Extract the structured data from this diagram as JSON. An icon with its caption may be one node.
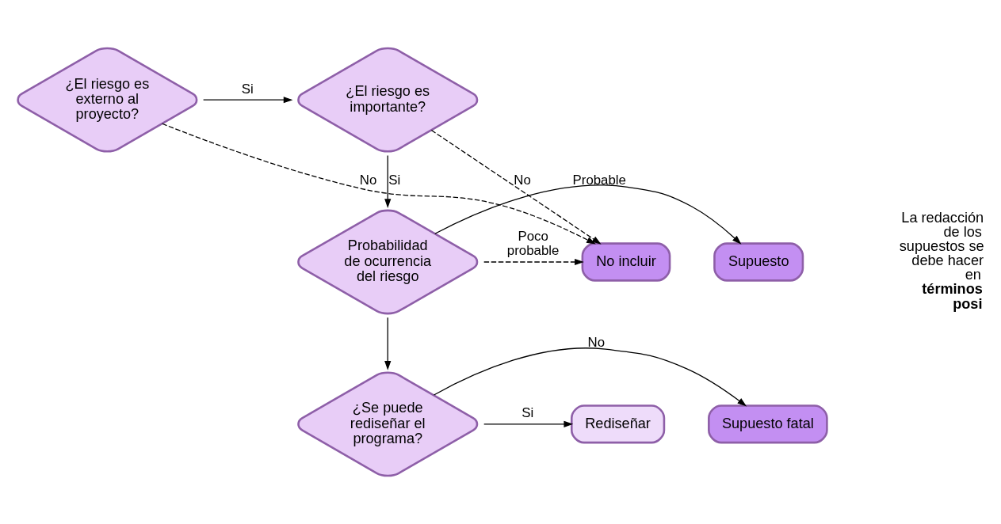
{
  "diagram": {
    "nodes": [
      {
        "text": [
          "¿El riesgo es externo al proyecto?"
        ]
      },
      {
        "text": [
          "¿El riesgo es importante?"
        ]
      },
      {
        "text": [
          "No incluir"
        ]
      },
      {
        "text": [
          "Probabilidad de ocurrencia del riesgo"
        ]
      },
      {
        "text": [
          "Supuesto"
        ]
      },
      {
        "text": [
          "¿Se puede rediseñar el programa?"
        ]
      },
      {
        "text": [
          "Rediseñar"
        ]
      },
      {
        "text": [
          "Supuesto fatal"
        ]
      }
    ],
    "edges": [
      {
        "from": 0,
        "to": 1,
        "arrow": "to",
        "label": "Si"
      },
      {
        "from": 1,
        "to": 3,
        "arrow": "to",
        "label": "Si"
      },
      {
        "from": 0,
        "to": 2,
        "arrow": "to",
        "label": "No",
        "style": "dashed"
      },
      {
        "from": 1,
        "to": 2,
        "arrow": "to",
        "label": "No",
        "style": "dashed"
      },
      {
        "from": 3,
        "to": 2,
        "arrow": "to",
        "label": "Poco probable",
        "style": "dashed"
      },
      {
        "from": 3,
        "to": 4,
        "arrow": "to",
        "label": "Probable"
      },
      {
        "from": 3,
        "to": 5,
        "arrow": "to"
      },
      {
        "from": 5,
        "to": 6,
        "arrow": "to",
        "label": "Si"
      },
      {
        "from": 5,
        "to": 7,
        "arrow": "to",
        "label": "No"
      }
    ],
    "labels": [
      "La redacción de los supuestos se debe hacer en **términos posi**"
    ]
  }
}
